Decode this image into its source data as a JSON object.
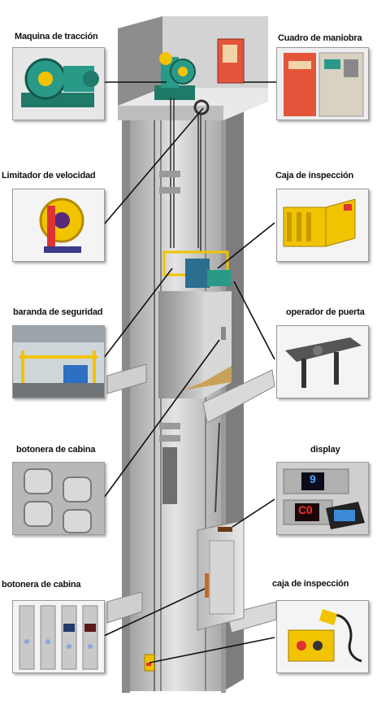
{
  "components": [
    {
      "id": "traccion",
      "label": "Maquina de tracción",
      "side": "left"
    },
    {
      "id": "limitador",
      "label": "Limitador de velocidad",
      "side": "left"
    },
    {
      "id": "baranda",
      "label": "baranda de seguridad",
      "side": "left"
    },
    {
      "id": "botonera1",
      "label": "botonera de cabina",
      "side": "left"
    },
    {
      "id": "botonera2",
      "label": "botonera de cabina",
      "side": "left"
    },
    {
      "id": "maniobra",
      "label": "Cuadro de maniobra",
      "side": "right"
    },
    {
      "id": "caja1",
      "label": "Caja de inspección",
      "side": "right"
    },
    {
      "id": "operador",
      "label": "operador de puerta",
      "side": "right"
    },
    {
      "id": "display",
      "label": "display",
      "side": "right"
    },
    {
      "id": "caja2",
      "label": "caja de inspección",
      "side": "right"
    }
  ],
  "display_values": {
    "floor": "9",
    "code": "C0"
  },
  "colors": {
    "machine": "#2a9a88",
    "panel": "#e2553a",
    "safety_yellow": "#f2c300",
    "shaft": "#bdbdbd",
    "hall_blue": "#2d6fc1"
  }
}
